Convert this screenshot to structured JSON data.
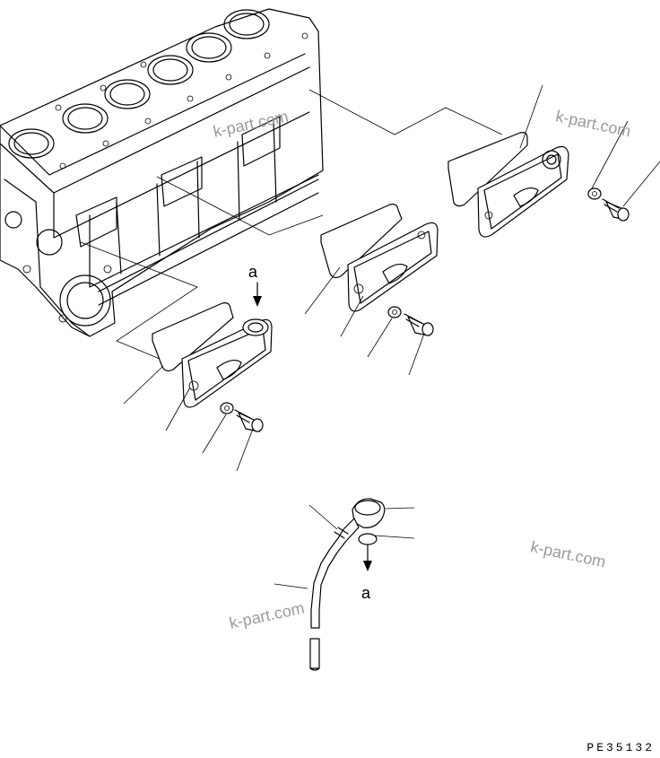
{
  "labels": {
    "ref_a_top": "a",
    "ref_a_bottom": "a"
  },
  "watermarks": [
    "k-part.com",
    "k-part.com",
    "k-part.com",
    "k-part.com"
  ],
  "drawing_code": "PE35132",
  "colors": {
    "ink": "#000000",
    "watermark": "#9a9a9a",
    "background": "#ffffff"
  }
}
